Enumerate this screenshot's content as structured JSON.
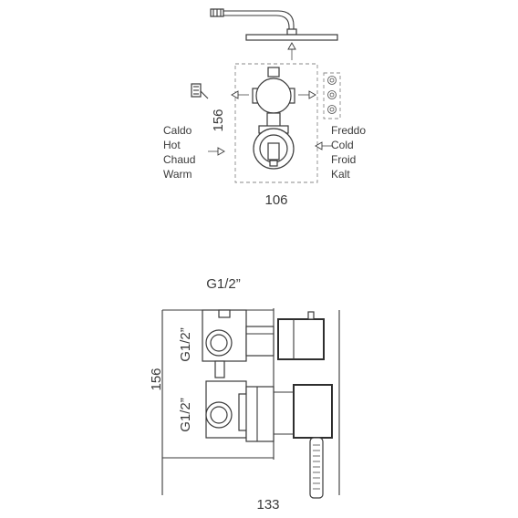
{
  "top_view": {
    "hot_labels": [
      "Caldo",
      "Hot",
      "Chaud",
      "Warm"
    ],
    "cold_labels": [
      "Freddo",
      "Cold",
      "Froid",
      "Kalt"
    ],
    "height_dim": "156",
    "width_dim": "106"
  },
  "side_view": {
    "thread_top": "G1/2”",
    "thread_left_upper": "G1/2”",
    "thread_left_lower": "G1/2”",
    "height_dim": "156",
    "depth_dim": "133"
  }
}
